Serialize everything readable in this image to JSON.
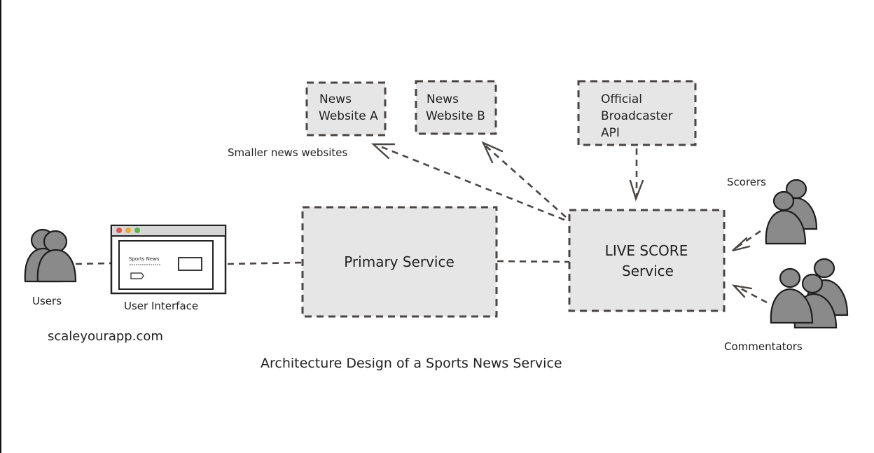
{
  "diagram": {
    "title": "Architecture Design of a Sports News Service",
    "watermark": "scaleyourapp.com",
    "nodes": {
      "users": {
        "label": "Users"
      },
      "user_interface": {
        "label": "User Interface",
        "mock_title": "Sports News",
        "window_dots": [
          "#e4534b",
          "#e8a93a",
          "#5bb652"
        ]
      },
      "primary_service": {
        "label": "Primary Service"
      },
      "live_score_service": {
        "label_line1": "LIVE SCORE",
        "label_line2": "Service"
      },
      "news_website_a": {
        "label_line1": "News",
        "label_line2": "Website A"
      },
      "news_website_b": {
        "label_line1": "News",
        "label_line2": "Website B"
      },
      "official_broadcaster_api": {
        "label_line1": "Official",
        "label_line2": "Broadcaster",
        "label_line3": "API"
      },
      "scorers": {
        "label": "Scorers"
      },
      "commentators": {
        "label": "Commentators"
      },
      "smaller_news_label": "Smaller news websites"
    },
    "edges": [
      {
        "from": "users",
        "to": "user_interface",
        "style": "dashed",
        "arrow": false
      },
      {
        "from": "user_interface",
        "to": "primary_service",
        "style": "dashed",
        "arrow": false
      },
      {
        "from": "primary_service",
        "to": "live_score_service",
        "style": "dashed",
        "arrow": false
      },
      {
        "from": "live_score_service",
        "to": "news_website_a",
        "style": "dashed",
        "arrow": true
      },
      {
        "from": "live_score_service",
        "to": "news_website_b",
        "style": "dashed",
        "arrow": true
      },
      {
        "from": "official_broadcaster_api",
        "to": "live_score_service",
        "style": "dashed",
        "arrow": true
      },
      {
        "from": "scorers",
        "to": "live_score_service",
        "style": "dashed",
        "arrow": true
      },
      {
        "from": "commentators",
        "to": "live_score_service",
        "style": "dashed",
        "arrow": true
      }
    ],
    "colors": {
      "box_fill": "#e6e6e6",
      "stroke": "#4a4644",
      "person_fill": "#8a8a8a"
    }
  }
}
